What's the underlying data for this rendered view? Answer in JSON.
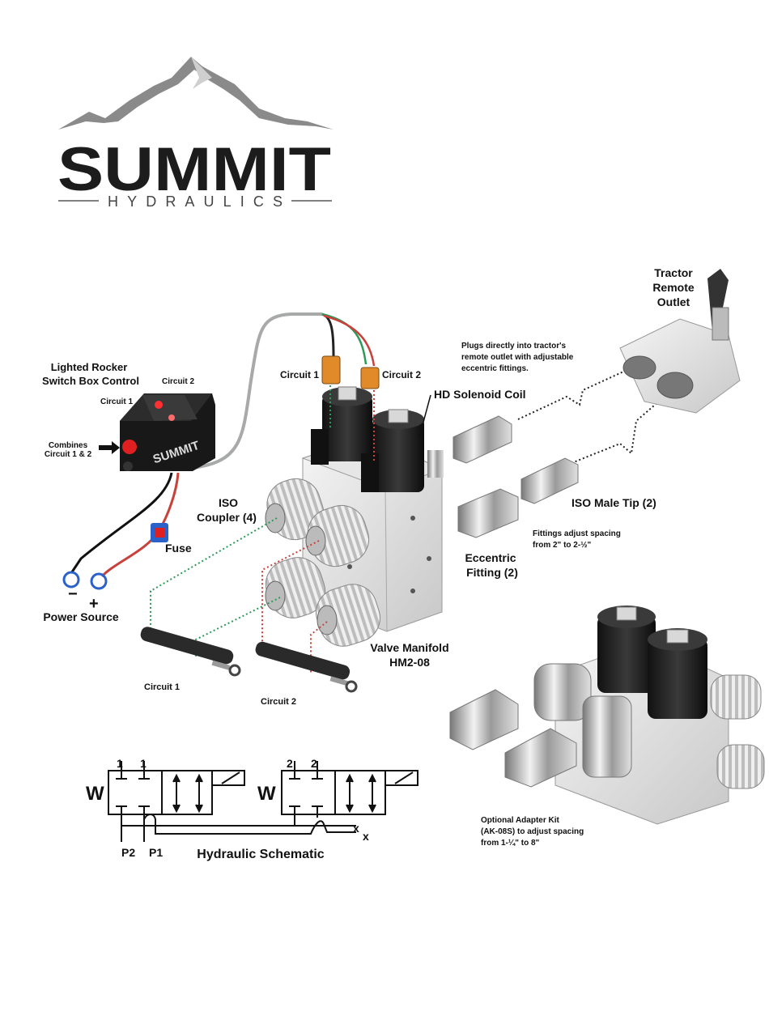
{
  "brand": {
    "name": "SUMMIT",
    "tagline": "HYDRAULICS"
  },
  "labels": {
    "tractor_outlet": [
      "Tractor",
      "Remote",
      "Outlet"
    ],
    "plugs_note": [
      "Plugs directly into tractor's",
      "remote outlet with adjustable",
      "eccentric fittings."
    ],
    "switch_box": [
      "Lighted Rocker",
      "Switch Box Control"
    ],
    "circuit_1": "Circuit 1",
    "circuit_2": "Circuit 2",
    "hd_solenoid": "HD Solenoid Coil",
    "combines": [
      "Combines",
      "Circuit 1 & 2"
    ],
    "iso_coupler": [
      "ISO",
      "Coupler (4)"
    ],
    "iso_male_tip": "ISO Male Tip (2)",
    "fuse": "Fuse",
    "fittings_note": [
      "Fittings adjust spacing",
      "from 2\" to 2-½\""
    ],
    "eccentric": [
      "Eccentric",
      "Fitting (2)"
    ],
    "minus": "−",
    "plus": "+",
    "power_source": "Power Source",
    "valve_manifold": [
      "Valve Manifold",
      "HM2-08"
    ],
    "adapter_note": [
      "Optional Adapter Kit",
      "(AK-08S) to adjust spacing",
      "from 1-¼\" to 8\""
    ]
  },
  "schematic": {
    "title": "Hydraulic Schematic",
    "w_label": "W",
    "port_1": "1",
    "port_2": "2",
    "p1": "P1",
    "p2": "P2",
    "x": "x"
  },
  "colors": {
    "logo_dark": "#1c1c1c",
    "logo_gray": "#8a8a8a",
    "green_line": "#2e9a5a",
    "red_line": "#c8413b",
    "dotted_black": "#222222",
    "orange_plug": "#e08a2a",
    "red_button": "#e02020",
    "fuse_blue": "#2a62c9"
  }
}
